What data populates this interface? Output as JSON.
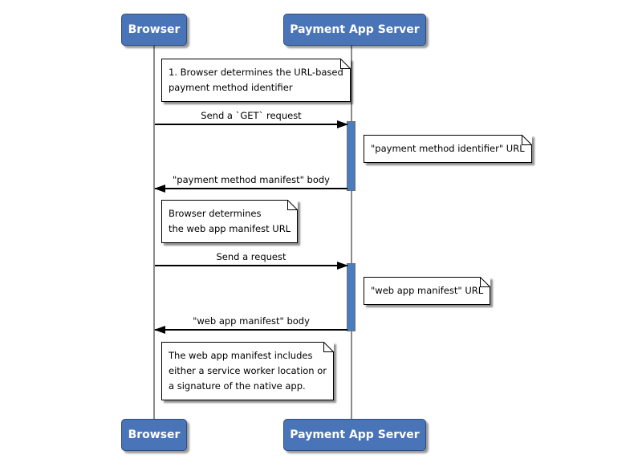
{
  "diagram": {
    "type": "sequence-diagram",
    "actors": [
      {
        "id": "browser",
        "label": "Browser"
      },
      {
        "id": "payment-app-server",
        "label": "Payment App Server"
      }
    ],
    "messages": [
      {
        "from": "Browser",
        "to": "Payment App Server",
        "direction": "right",
        "label": "Send a `GET` request"
      },
      {
        "from": "Payment App Server",
        "to": "Browser",
        "direction": "left",
        "label": "\"payment method manifest\" body"
      },
      {
        "from": "Browser",
        "to": "Payment App Server",
        "direction": "right",
        "label": "Send a request"
      },
      {
        "from": "Payment App Server",
        "to": "Browser",
        "direction": "left",
        "label": "\"web app manifest\" body"
      }
    ],
    "notes": [
      {
        "id": "note-1",
        "position": "between-lifelines",
        "text": "1. Browser determines the URL-based\npayment method identifier"
      },
      {
        "id": "note-r1",
        "position": "right-of-server",
        "text": "\"payment method identifier\" URL"
      },
      {
        "id": "note-2",
        "position": "between-lifelines",
        "text": "Browser determines\nthe web app manifest URL"
      },
      {
        "id": "note-r2",
        "position": "right-of-server",
        "text": "\"web app manifest\" URL"
      },
      {
        "id": "note-3",
        "position": "between-lifelines",
        "text": "The web app manifest includes\neither a service worker location or\na signature of the native app."
      }
    ],
    "colors": {
      "background": "#ffffff",
      "actor_fill": "#4a74b8",
      "actor_border": "#2d4d7e",
      "actor_text": "#ffffff",
      "activation_fill": "#4a7dbe",
      "lifeline": "#8a8a8a",
      "note_fill": "#ffffff",
      "note_border": "#000000",
      "message_line": "#000000"
    }
  }
}
